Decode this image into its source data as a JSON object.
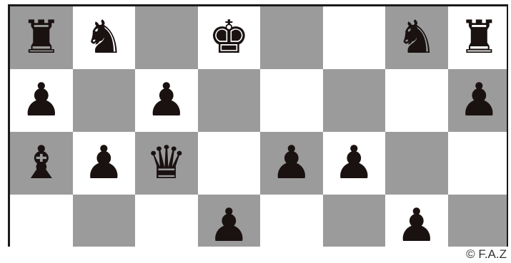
{
  "board": {
    "rows": [
      [
        {
          "piece": "rook"
        },
        {
          "piece": "knight"
        },
        {
          "piece": ""
        },
        {
          "piece": "king"
        },
        {
          "piece": ""
        },
        {
          "piece": ""
        },
        {
          "piece": "knight"
        },
        {
          "piece": "rook"
        }
      ],
      [
        {
          "piece": "pawn"
        },
        {
          "piece": ""
        },
        {
          "piece": "pawn"
        },
        {
          "piece": ""
        },
        {
          "piece": ""
        },
        {
          "piece": ""
        },
        {
          "piece": ""
        },
        {
          "piece": "pawn"
        }
      ],
      [
        {
          "piece": "bishop"
        },
        {
          "piece": "pawn"
        },
        {
          "piece": "queen"
        },
        {
          "piece": ""
        },
        {
          "piece": "pawn"
        },
        {
          "piece": "pawn"
        },
        {
          "piece": ""
        },
        {
          "piece": ""
        }
      ],
      [
        {
          "piece": ""
        },
        {
          "piece": ""
        },
        {
          "piece": ""
        },
        {
          "piece": "pawn"
        },
        {
          "piece": ""
        },
        {
          "piece": ""
        },
        {
          "piece": "pawn"
        },
        {
          "piece": ""
        }
      ]
    ],
    "dark_color": "#9b9b9b",
    "light_color": "#ffffff",
    "piece_color": "#1a1111"
  },
  "copyright": "© F.A.Z"
}
